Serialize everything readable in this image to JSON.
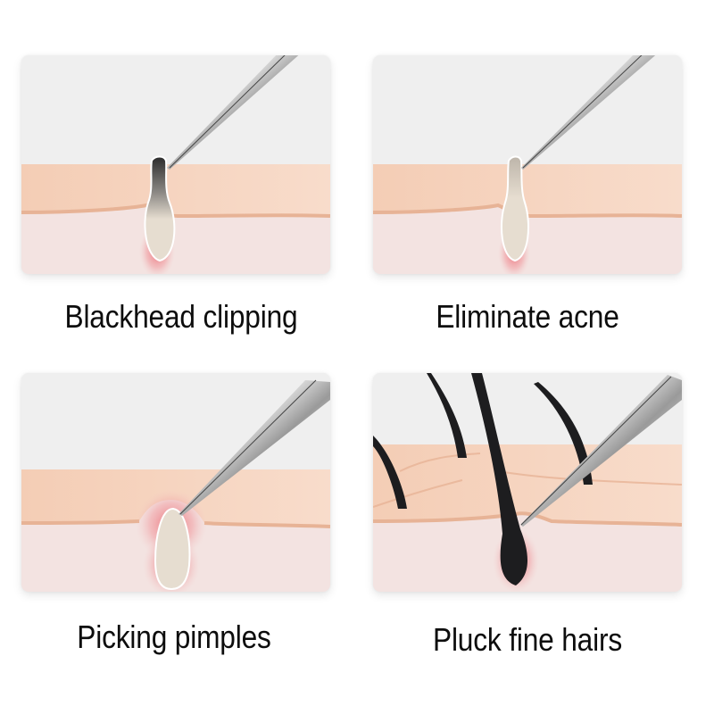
{
  "panels": [
    {
      "id": "blackhead",
      "label": "Blackhead clipping",
      "illustration": "tweezer-blackhead-icon"
    },
    {
      "id": "acne",
      "label": "Eliminate acne",
      "illustration": "tweezer-acne-icon"
    },
    {
      "id": "pimples",
      "label": "Picking pimples",
      "illustration": "tweezer-pimple-icon"
    },
    {
      "id": "hairs",
      "label": "Pluck fine hairs",
      "illustration": "tweezer-hair-icon"
    }
  ],
  "colors": {
    "background": "#ffffff",
    "panel_bg": "#efefef",
    "skin_top": "#f6d2bb",
    "skin_line": "#e9b89b",
    "dermis": "#f3e3e0",
    "sebum": "#e6ddd0",
    "inflammation": "#ec6b74",
    "hair": "#1d1d1f",
    "text": "#0d0d0d"
  }
}
